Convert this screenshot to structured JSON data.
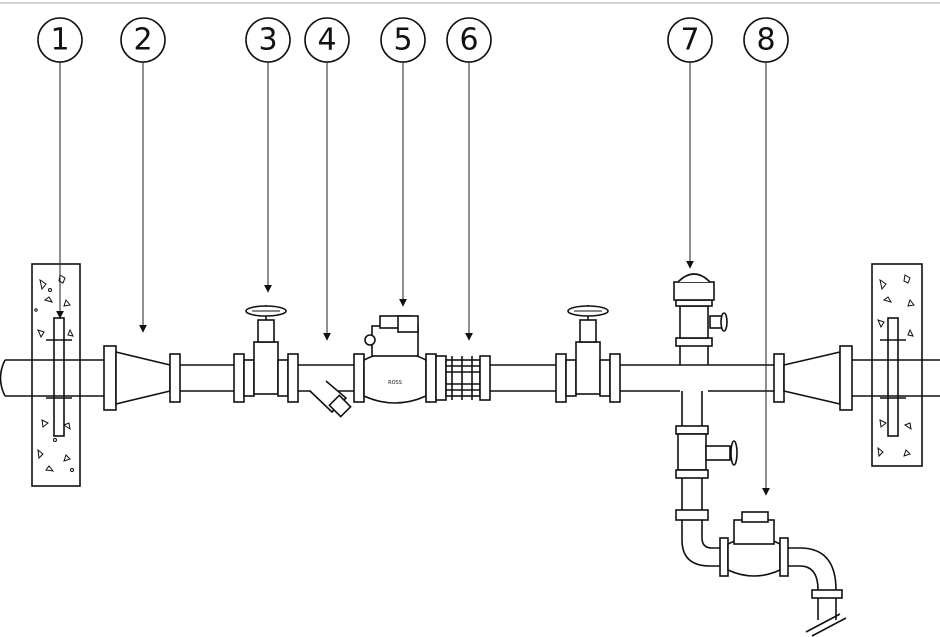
{
  "diagram": {
    "callouts": [
      {
        "id": "1",
        "label": "1"
      },
      {
        "id": "2",
        "label": "2"
      },
      {
        "id": "3",
        "label": "3"
      },
      {
        "id": "4",
        "label": "4"
      },
      {
        "id": "5",
        "label": "5"
      },
      {
        "id": "6",
        "label": "6"
      },
      {
        "id": "7",
        "label": "7"
      },
      {
        "id": "8",
        "label": "8"
      }
    ],
    "components": [
      "wall-sleeve-left",
      "reducer-left",
      "gate-valve-upstream",
      "y-strainer",
      "control-valve-main",
      "dismantling-joint",
      "gate-valve-downstream",
      "air-release-valve",
      "bypass-gate-valve",
      "control-valve-bypass",
      "reducer-right",
      "wall-sleeve-right"
    ],
    "colors": {
      "line": "#111111",
      "background": "#ffffff",
      "concrete_fill": "#ffffff"
    }
  }
}
